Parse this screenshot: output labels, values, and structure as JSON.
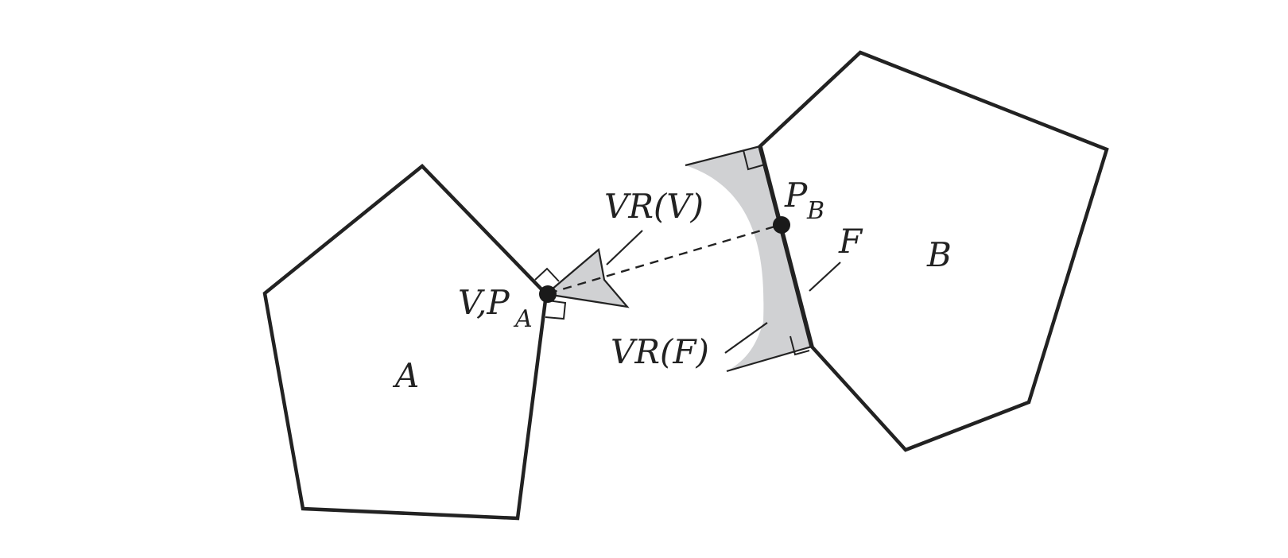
{
  "labels": {
    "polygon_a": "A",
    "polygon_b": "B",
    "vertex_v_pa": "V,P",
    "vertex_v_pa_sub": "A",
    "point_pb": "P",
    "point_pb_sub": "B",
    "face_f": "F",
    "voronoi_region_v": "VR(V)",
    "voronoi_region_f": "VR(F)"
  },
  "colors": {
    "stroke": "#222222",
    "region_fill": "#d0d1d3",
    "background": "#ffffff"
  }
}
